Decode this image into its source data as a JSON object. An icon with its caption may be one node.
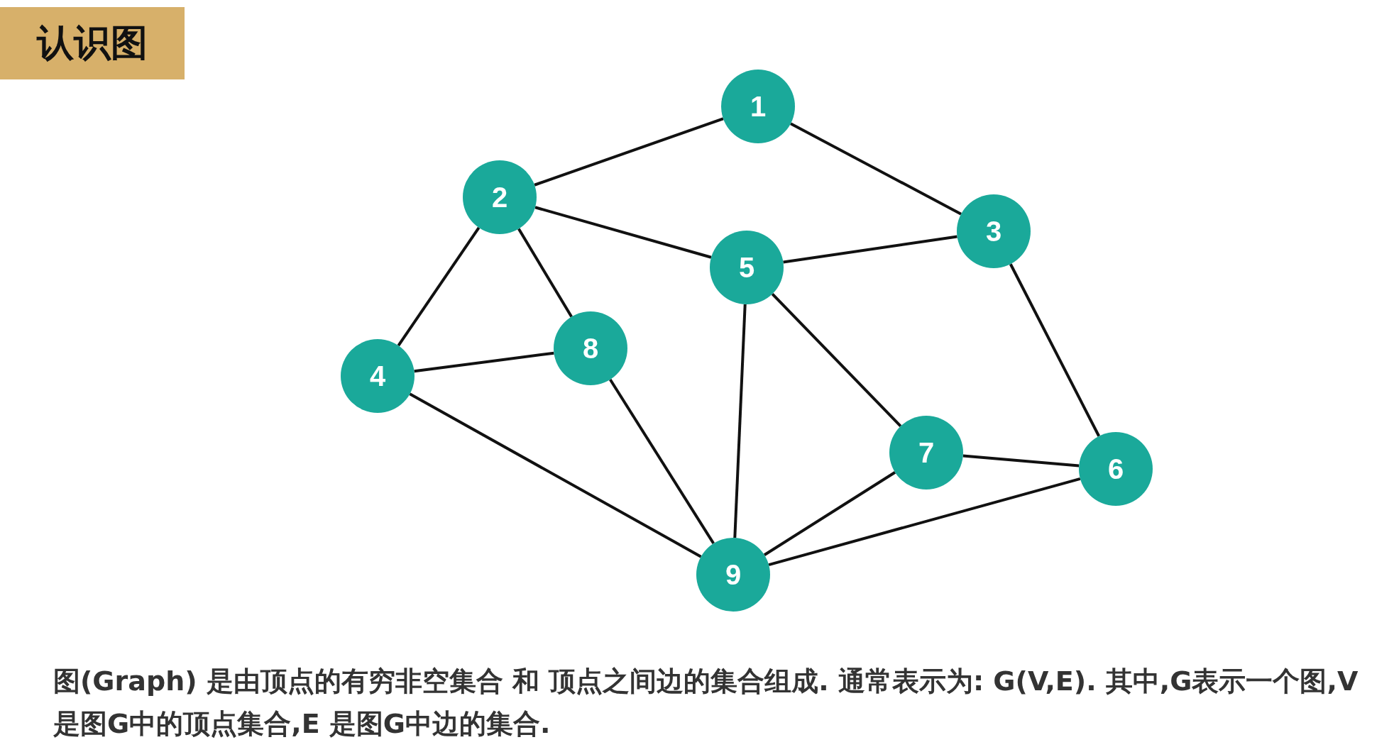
{
  "diagram": {
    "title": "认识图",
    "caption": "图(Graph) 是由顶点的有穷非空集合 和 顶点之间边的集合组成. 通常表示为: G(V,E). 其中,G表示一个图,V是图G中的顶点集合,E 是图G中边的集合.",
    "nodes": [
      {
        "text": [
          "1"
        ]
      },
      {
        "text": [
          "2"
        ]
      },
      {
        "text": [
          "3"
        ]
      },
      {
        "text": [
          "4"
        ]
      },
      {
        "text": [
          "5"
        ]
      },
      {
        "text": [
          "6"
        ]
      },
      {
        "text": [
          "7"
        ]
      },
      {
        "text": [
          "8"
        ]
      },
      {
        "text": [
          "9"
        ]
      }
    ],
    "edges": [
      {
        "from": 0,
        "to": 1,
        "arrow": "none"
      },
      {
        "from": 0,
        "to": 2,
        "arrow": "none"
      },
      {
        "from": 1,
        "to": 4,
        "arrow": "none"
      },
      {
        "from": 1,
        "to": 3,
        "arrow": "none"
      },
      {
        "from": 1,
        "to": 7,
        "arrow": "none"
      },
      {
        "from": 4,
        "to": 2,
        "arrow": "none"
      },
      {
        "from": 2,
        "to": 5,
        "arrow": "none"
      },
      {
        "from": 3,
        "to": 7,
        "arrow": "none"
      },
      {
        "from": 3,
        "to": 8,
        "arrow": "none"
      },
      {
        "from": 7,
        "to": 8,
        "arrow": "none"
      },
      {
        "from": 4,
        "to": 8,
        "arrow": "none"
      },
      {
        "from": 4,
        "to": 6,
        "arrow": "none"
      },
      {
        "from": 6,
        "to": 5,
        "arrow": "none"
      },
      {
        "from": 6,
        "to": 8,
        "arrow": "none"
      },
      {
        "from": 8,
        "to": 5,
        "arrow": "none"
      }
    ]
  }
}
